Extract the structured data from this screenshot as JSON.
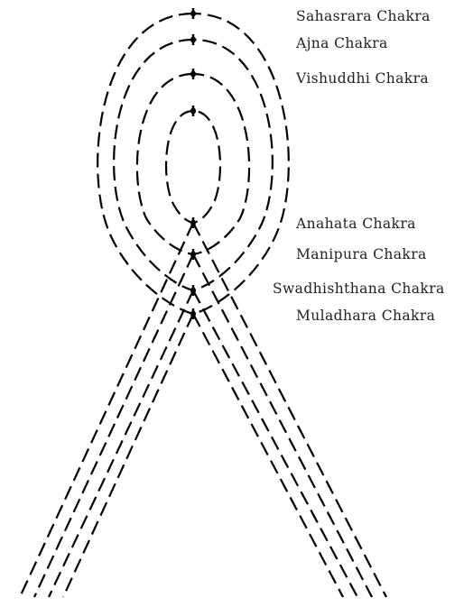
{
  "diagram": {
    "chakras": [
      {
        "id": "sahasrara",
        "label": "Sahasrara Chakra"
      },
      {
        "id": "ajna",
        "label": "Ajna Chakra"
      },
      {
        "id": "vishuddhi",
        "label": "Vishuddhi Chakra"
      },
      {
        "id": "anahata",
        "label": "Anahata Chakra"
      },
      {
        "id": "manipura",
        "label": "Manipura Chakra"
      },
      {
        "id": "swadhishthana",
        "label": "Swadhishthana Chakra"
      },
      {
        "id": "muladhara",
        "label": "Muladhara Chakra"
      }
    ]
  }
}
